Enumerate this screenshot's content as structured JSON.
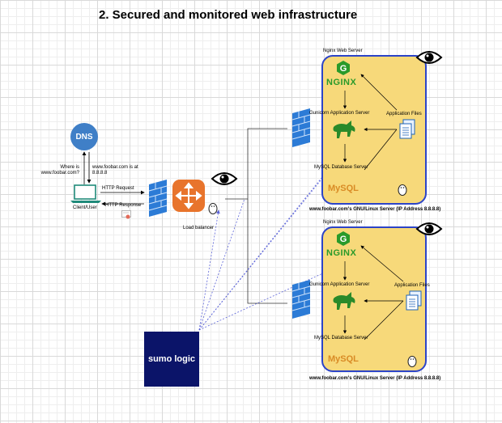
{
  "title": "2. Secured and monitored web infrastructure",
  "dns": {
    "label": "DNS"
  },
  "client": {
    "label": "Client/User",
    "query": "Where is www.foobar.com?",
    "answer": "www.foobar.com is at 8.8.8.8",
    "request": "HTTP Request",
    "response": "HTTP Response"
  },
  "load_balancer": {
    "label": "Load balancer"
  },
  "monitoring": {
    "label": "sumo logic"
  },
  "servers": [
    {
      "web_server": "Nginx Web Server",
      "app_server": "Gunicorn Application Server",
      "app_files": "Application Files",
      "db_server": "MySQL Database Server",
      "nginx_logo": "NGINX",
      "mysql_logo": "MySQL",
      "caption": "www.foobar.com's GNU/Linux Server (IP Address 8.8.8.8)"
    },
    {
      "web_server": "Nginx Web Server",
      "app_server": "Gunicorn Application Server",
      "app_files": "Application Files",
      "db_server": "MySQL Database Server",
      "nginx_logo": "NGINX",
      "mysql_logo": "MySQL",
      "caption": "www.foobar.com's GNU/Linux Server (IP Address 8.8.8.8)"
    }
  ],
  "colors": {
    "server_fill": "#f7d97a",
    "server_border": "#2c44c8",
    "firewall": "#2c7bd6",
    "load_balancer": "#e8742c",
    "monitor_link": "#5b63d8",
    "sumo_bg": "#0b1469"
  },
  "icons": [
    "dns-icon",
    "laptop-icon",
    "firewall-icon",
    "load-balancer-icon",
    "eye-icon",
    "linux-penguin-icon",
    "gunicorn-unicorn-icon",
    "document-icon",
    "certificate-icon"
  ]
}
